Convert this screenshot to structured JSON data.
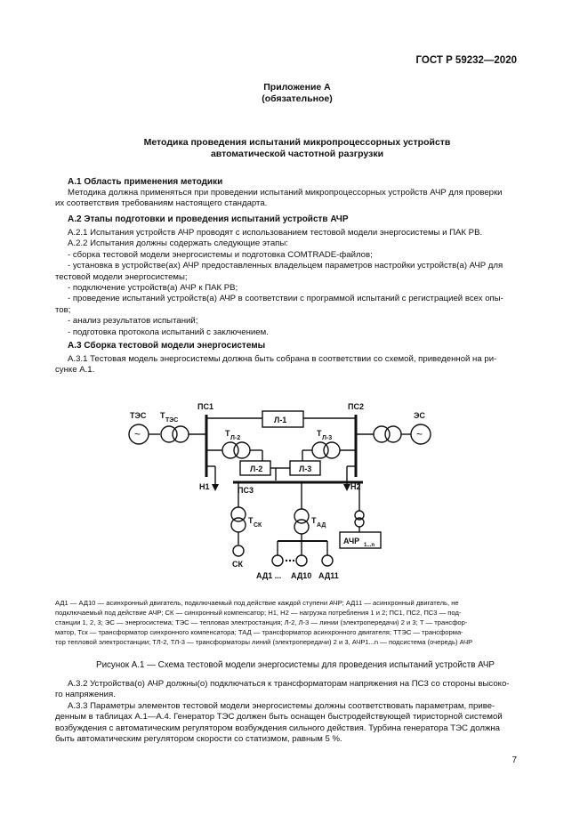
{
  "header": {
    "doc_id": "ГОСТ Р 59232—2020"
  },
  "appendix": {
    "title": "Приложение А",
    "status": "(обязательное)"
  },
  "method_title": {
    "line1": "Методика проведения испытаний микропроцессорных устройств",
    "line2": "автоматической частотной разгрузки"
  },
  "s1": {
    "heading": "А.1 Область применения методики",
    "p1_line1": "Методика должна применяться при проведении испытаний микропроцессорных устройств АЧР для проверки",
    "p1_line2": "их соответствия требованиям настоящего стандарта."
  },
  "s2": {
    "heading": "А.2 Этапы подготовки и проведения испытаний устройств АЧР",
    "p1": "А.2.1 Испытания устройств АЧР проводят с использованием тестовой модели энергосистемы и ПАК РВ.",
    "p2": "А.2.2 Испытания должны содержать следующие этапы:",
    "b1": "- сборка тестовой модели энергосистемы и подготовка COMTRADE-файлов;",
    "b2_line1": "- установка в устройстве(ах) АЧР предоставленных владельцем параметров настройки устройств(а) АЧР для",
    "b2_line2": "тестовой модели энергосистемы;",
    "b3": "- подключение устройств(а) АЧР к ПАК РВ;",
    "b4_line1": "- проведение испытаний устройств(а) АЧР в соответствии с программой испытаний с регистрацией всех опы-",
    "b4_line2": "тов;",
    "b5": "- анализ результатов испытаний;",
    "b6": "- подготовка протокола испытаний с заключением."
  },
  "s3": {
    "heading": "А.3 Сборка тестовой модели энергосистемы",
    "p1_line1": "А.3.1 Тестовая модель энергосистемы должна быть собрана в соответствии со схемой, приведенной на ри-",
    "p1_line2": "сунке А.1."
  },
  "diagram": {
    "tes": "ТЭС",
    "es": "ЭС",
    "ps1": "ПС1",
    "ps2": "ПС2",
    "ps3": "ПС3",
    "t_tes": "Т",
    "t_tes_sub": "ТЭС",
    "l1": "Л-1",
    "l2": "Л-2",
    "l3": "Л-3",
    "t_l2": "Т",
    "t_l2_sub": "Л-2",
    "t_l3": "Т",
    "t_l3_sub": "Л-3",
    "n1": "Н1",
    "n2": "Н2",
    "t_sk": "Т",
    "t_sk_sub": "СК",
    "t_ad": "Т",
    "t_ad_sub": "АД",
    "sk": "СК",
    "achr": "АЧР",
    "achr_sub": "1...n",
    "ad1": "АД1 ...",
    "ad10": "АД10",
    "ad11": "АД11",
    "gen_symbol": "~"
  },
  "legend_lines": [
    "АД1 — АД10 — асинхронный двигатель, подключаемый под действие каждой ступени АЧР; АД11 — асинхронный двигатель, не",
    "подключаемый под действие АЧР; СК — синхронный компенсатор; Н1, Н2 — нагрузка потребления 1 и 2; ПС1, ПС2, ПС3 — под-",
    "станции 1, 2, 3; ЭС — энергосистема; ТЭС — тепловая электростанция; Л-2, Л-3 — линии (электропередачи) 2 и 3; Т — трансфор-",
    "матор, Тск — трансформатор синхронного компенсатора; ТАД — трансформатор асинхронного двигателя; ТТЭС — трансформа-",
    "тор тепловой электростанции; ТЛ-2, ТЛ-3 — трансформаторы линий (электропередачи) 2 и 3, АЧР1...n — подсистема (очередь) АЧР"
  ],
  "figure_caption": "Рисунок А.1 — Схема тестовой модели энергосистемы для проведения испытаний устройств АЧР",
  "s3_2": {
    "line1": "А.3.2 Устройства(о) АЧР должны(о) подключаться к трансформаторам напряжения на ПС3 со стороны высоко-",
    "line2": "го напряжения."
  },
  "s3_3": {
    "line1": "А.3.3 Параметры элементов тестовой модели энергосистемы должны соответствовать параметрам, приве-",
    "line2": "денным в таблицах А.1—А.4. Генератор ТЭС должен быть оснащен быстродействующей тиристорной системой",
    "line3": "возбуждения с автоматическим регулятором возбуждения сильного действия. Турбина генератора ТЭС должна",
    "line4": "быть автоматическим регулятором скорости со статизмом, равным 5 %."
  },
  "page_number": "7"
}
